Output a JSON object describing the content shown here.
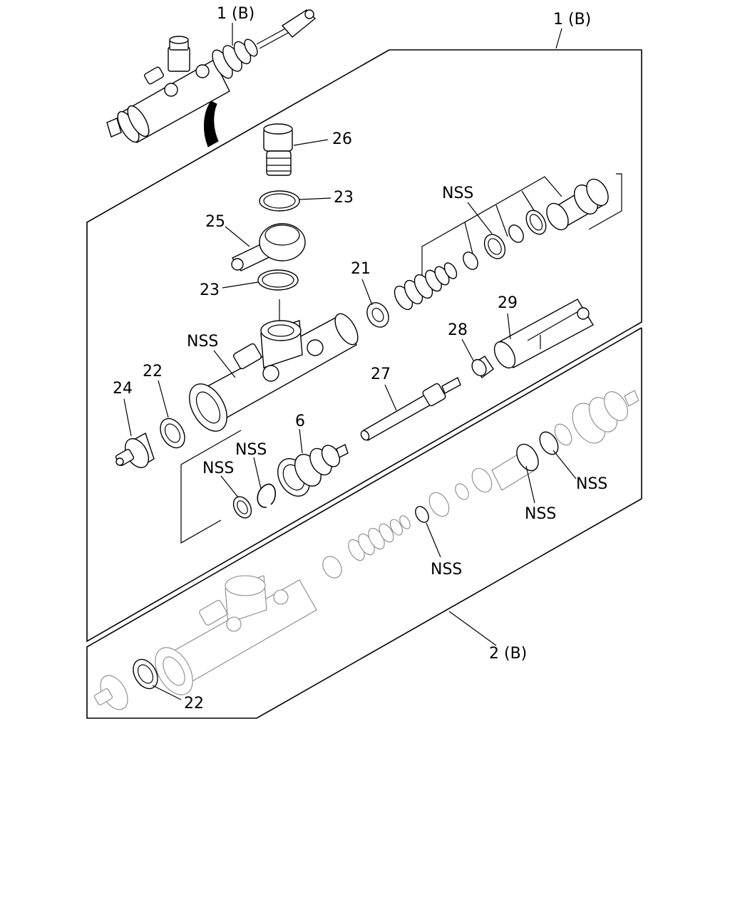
{
  "callouts": {
    "assy_top": "1 (B)",
    "assy_box": "1 (B)",
    "assy_lower": "2 (B)",
    "p26": "26",
    "p23a": "23",
    "p23b": "23",
    "p25": "25",
    "p21": "21",
    "p29": "29",
    "p28": "28",
    "p27": "27",
    "p22a": "22",
    "p22b": "22",
    "p24": "24",
    "p6": "6",
    "nss_spring": "NSS",
    "nss_body": "NSS",
    "nss_ring": "NSS",
    "nss_clip": "NSS",
    "nss_lower_right": "NSS",
    "nss_lower_mid": "NSS",
    "nss_lower_left": "NSS"
  }
}
